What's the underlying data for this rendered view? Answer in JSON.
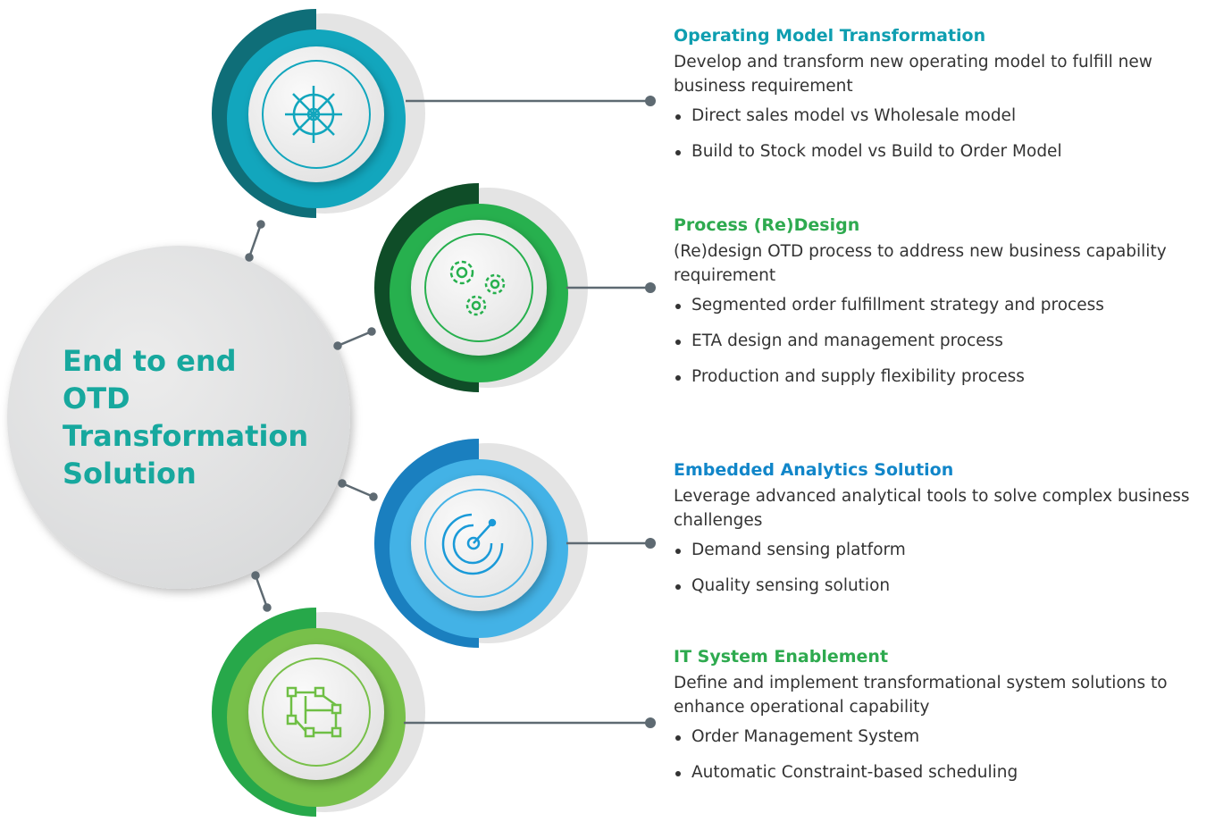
{
  "center": {
    "title_lines": [
      "End to end",
      "OTD",
      "Transformation",
      "Solution"
    ],
    "color": "#17a89e"
  },
  "sections": [
    {
      "title": "Operating Model Transformation",
      "title_color": "#0e9eb0",
      "description": "Develop and transform new operating model to fulfill new business requirement",
      "bullets": [
        "Direct sales model vs Wholesale model",
        "Build to Stock model vs Build to Order Model"
      ],
      "icon": "ship-wheel-icon",
      "ring_colors": {
        "outer": "#0f6e78",
        "main": "#12a6bd"
      }
    },
    {
      "title": "Process (Re)Design",
      "title_color": "#2eaa4f",
      "description": "(Re)design OTD process to address new business capability requirement",
      "bullets": [
        "Segmented order fulfillment strategy and process",
        "ETA design and management process",
        "Production and supply flexibility process"
      ],
      "icon": "gears-icon",
      "ring_colors": {
        "outer": "#0f4d28",
        "main": "#27b04e"
      }
    },
    {
      "title": "Embedded Analytics Solution",
      "title_color": "#1186c9",
      "description": "Leverage advanced analytical tools to solve complex business challenges",
      "bullets": [
        "Demand sensing platform",
        "Quality sensing solution"
      ],
      "icon": "radar-icon",
      "ring_colors": {
        "outer": "#1a7fbf",
        "main": "#43b2e6"
      }
    },
    {
      "title": "IT System Enablement",
      "title_color": "#2eaa4f",
      "description": "Define and implement transformational system solutions to enhance operational capability",
      "bullets": [
        "Order Management System",
        "Automatic Constraint-based scheduling"
      ],
      "icon": "network-nodes-icon",
      "ring_colors": {
        "outer": "#27a84a",
        "main": "#78c04a"
      }
    }
  ]
}
